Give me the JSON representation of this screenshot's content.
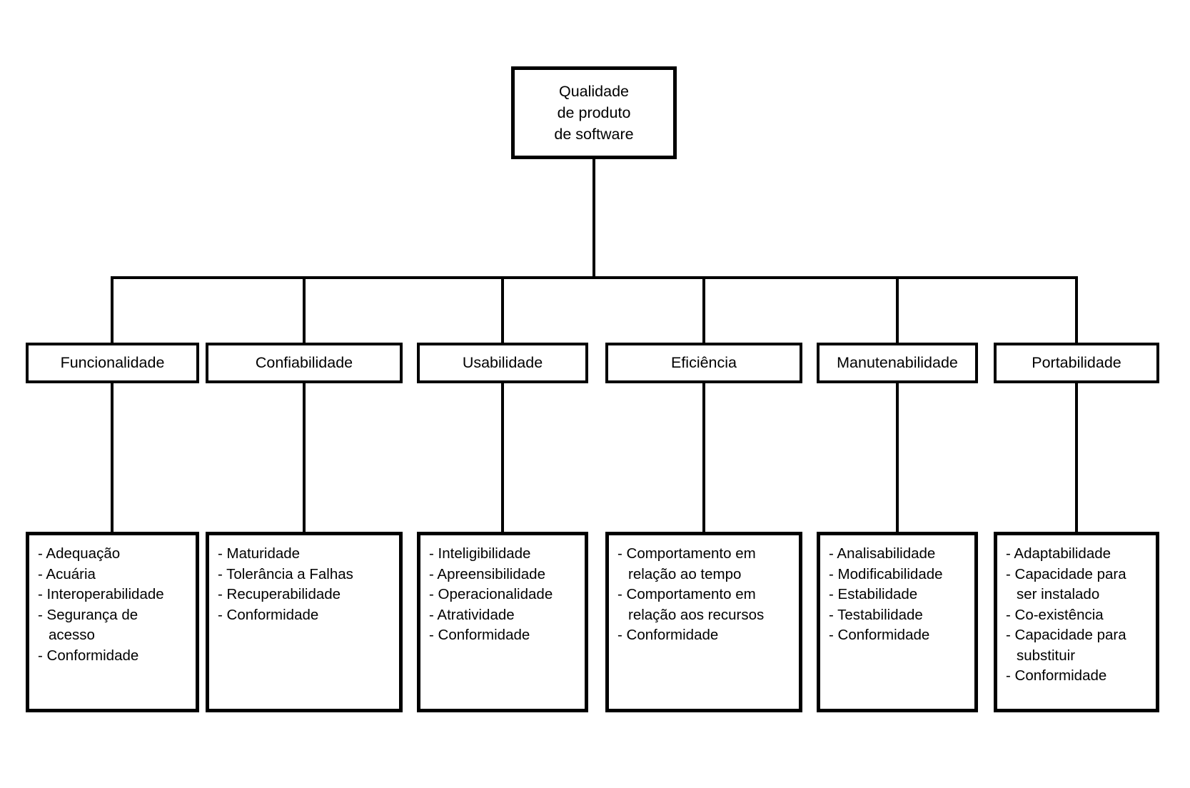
{
  "root": {
    "lines": [
      "Qualidade",
      "de produto",
      "de software"
    ]
  },
  "branches": [
    {
      "label": "Funcionalidade",
      "leaf": [
        "- Adequação",
        "- Acuária",
        "- Interoperabilidade",
        "- Segurança de",
        "acesso",
        "- Conformidade"
      ]
    },
    {
      "label": "Confiabilidade",
      "leaf": [
        "- Maturidade",
        "- Tolerância a Falhas",
        "- Recuperabilidade",
        "- Conformidade"
      ]
    },
    {
      "label": "Usabilidade",
      "leaf": [
        "- Inteligibilidade",
        "- Apreensibilidade",
        "- Operacionalidade",
        "- Atratividade",
        "- Conformidade"
      ]
    },
    {
      "label": "Eficiência",
      "leaf": [
        "- Comportamento em",
        "relação ao tempo",
        "- Comportamento em",
        "relação aos recursos",
        "- Conformidade"
      ]
    },
    {
      "label": "Manutenabilidade",
      "leaf": [
        "- Analisabilidade",
        "- Modificabilidade",
        "- Estabilidade",
        "- Testabilidade",
        "- Conformidade"
      ]
    },
    {
      "label": "Portabilidade",
      "leaf": [
        "- Adaptabilidade",
        "- Capacidade para",
        "ser instalado",
        "- Co-existência",
        "- Capacidade para",
        "substituir",
        "- Conformidade"
      ]
    }
  ],
  "colors": {
    "line": "#000000",
    "text": "#000000",
    "background": "#ffffff"
  }
}
